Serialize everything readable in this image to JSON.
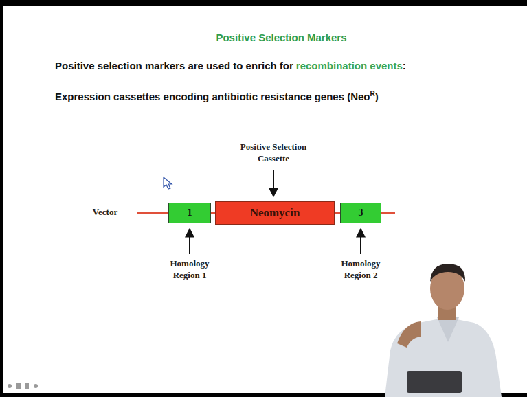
{
  "diagram": {
    "title": "Positive Selection Markers",
    "nodes": [
      {
        "text": [
          "1"
        ]
      },
      {
        "text": [
          "Neomycin"
        ]
      },
      {
        "text": [
          "3"
        ]
      }
    ],
    "labels": [
      "Positive selection markers are used to enrich for",
      "recombination events",
      ":",
      "Expression cassettes encoding antibiotic resistance genes (Neo",
      "R",
      ")",
      "Vector",
      "Positive Selection Cassette",
      "Homology Region 1",
      "Homology Region 2"
    ]
  }
}
